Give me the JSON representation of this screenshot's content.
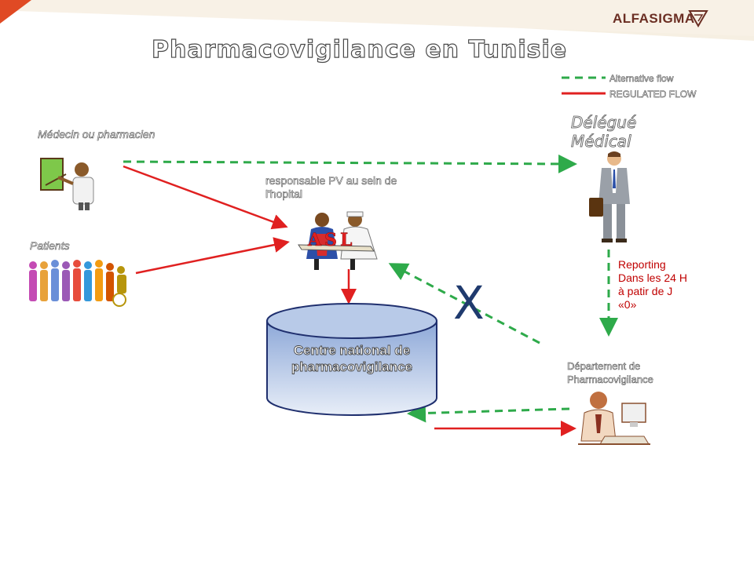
{
  "brand": {
    "logo_text": "ALFASIGMA"
  },
  "title": "Pharmacovigilance en Tunisie",
  "legend": [
    {
      "label": "Alternative flow",
      "style": "dashed",
      "color": "#2eaa4a"
    },
    {
      "label": "REGULATED FLOW",
      "style": "solid",
      "color": "#e02020"
    }
  ],
  "nodes": {
    "medecin": {
      "label": "Médecin ou pharmacien",
      "icon": "doctor-icon"
    },
    "patients": {
      "label": "Patients",
      "icon": "patients-crowd-icon"
    },
    "responsable": {
      "label_line1": "responsable PV au sein de",
      "label_line2": "l'hopital",
      "icon": "nurses-icon",
      "badge": "ASL"
    },
    "centre": {
      "label_line1": "Centre national de",
      "label_line2": "pharmacovigilance",
      "icon": "database-cylinder-icon"
    },
    "delegue": {
      "label_line1": "Délégué",
      "label_line2": "Médical",
      "icon": "businessman-icon"
    },
    "departement": {
      "label_line1": "Département de",
      "label_line2": "Pharmacovigilance",
      "icon": "office-worker-icon"
    }
  },
  "reporting_note": [
    "Reporting",
    "Dans les 24 H",
    "à patir de J",
    "«0»"
  ],
  "blocked_marker": "X",
  "colors": {
    "regulated": "#e02020",
    "alternative": "#2eaa4a",
    "cylinder_top": "#c9d7ee",
    "cylinder_body": "#a9bfe3",
    "x_mark": "#1f3a6e"
  }
}
